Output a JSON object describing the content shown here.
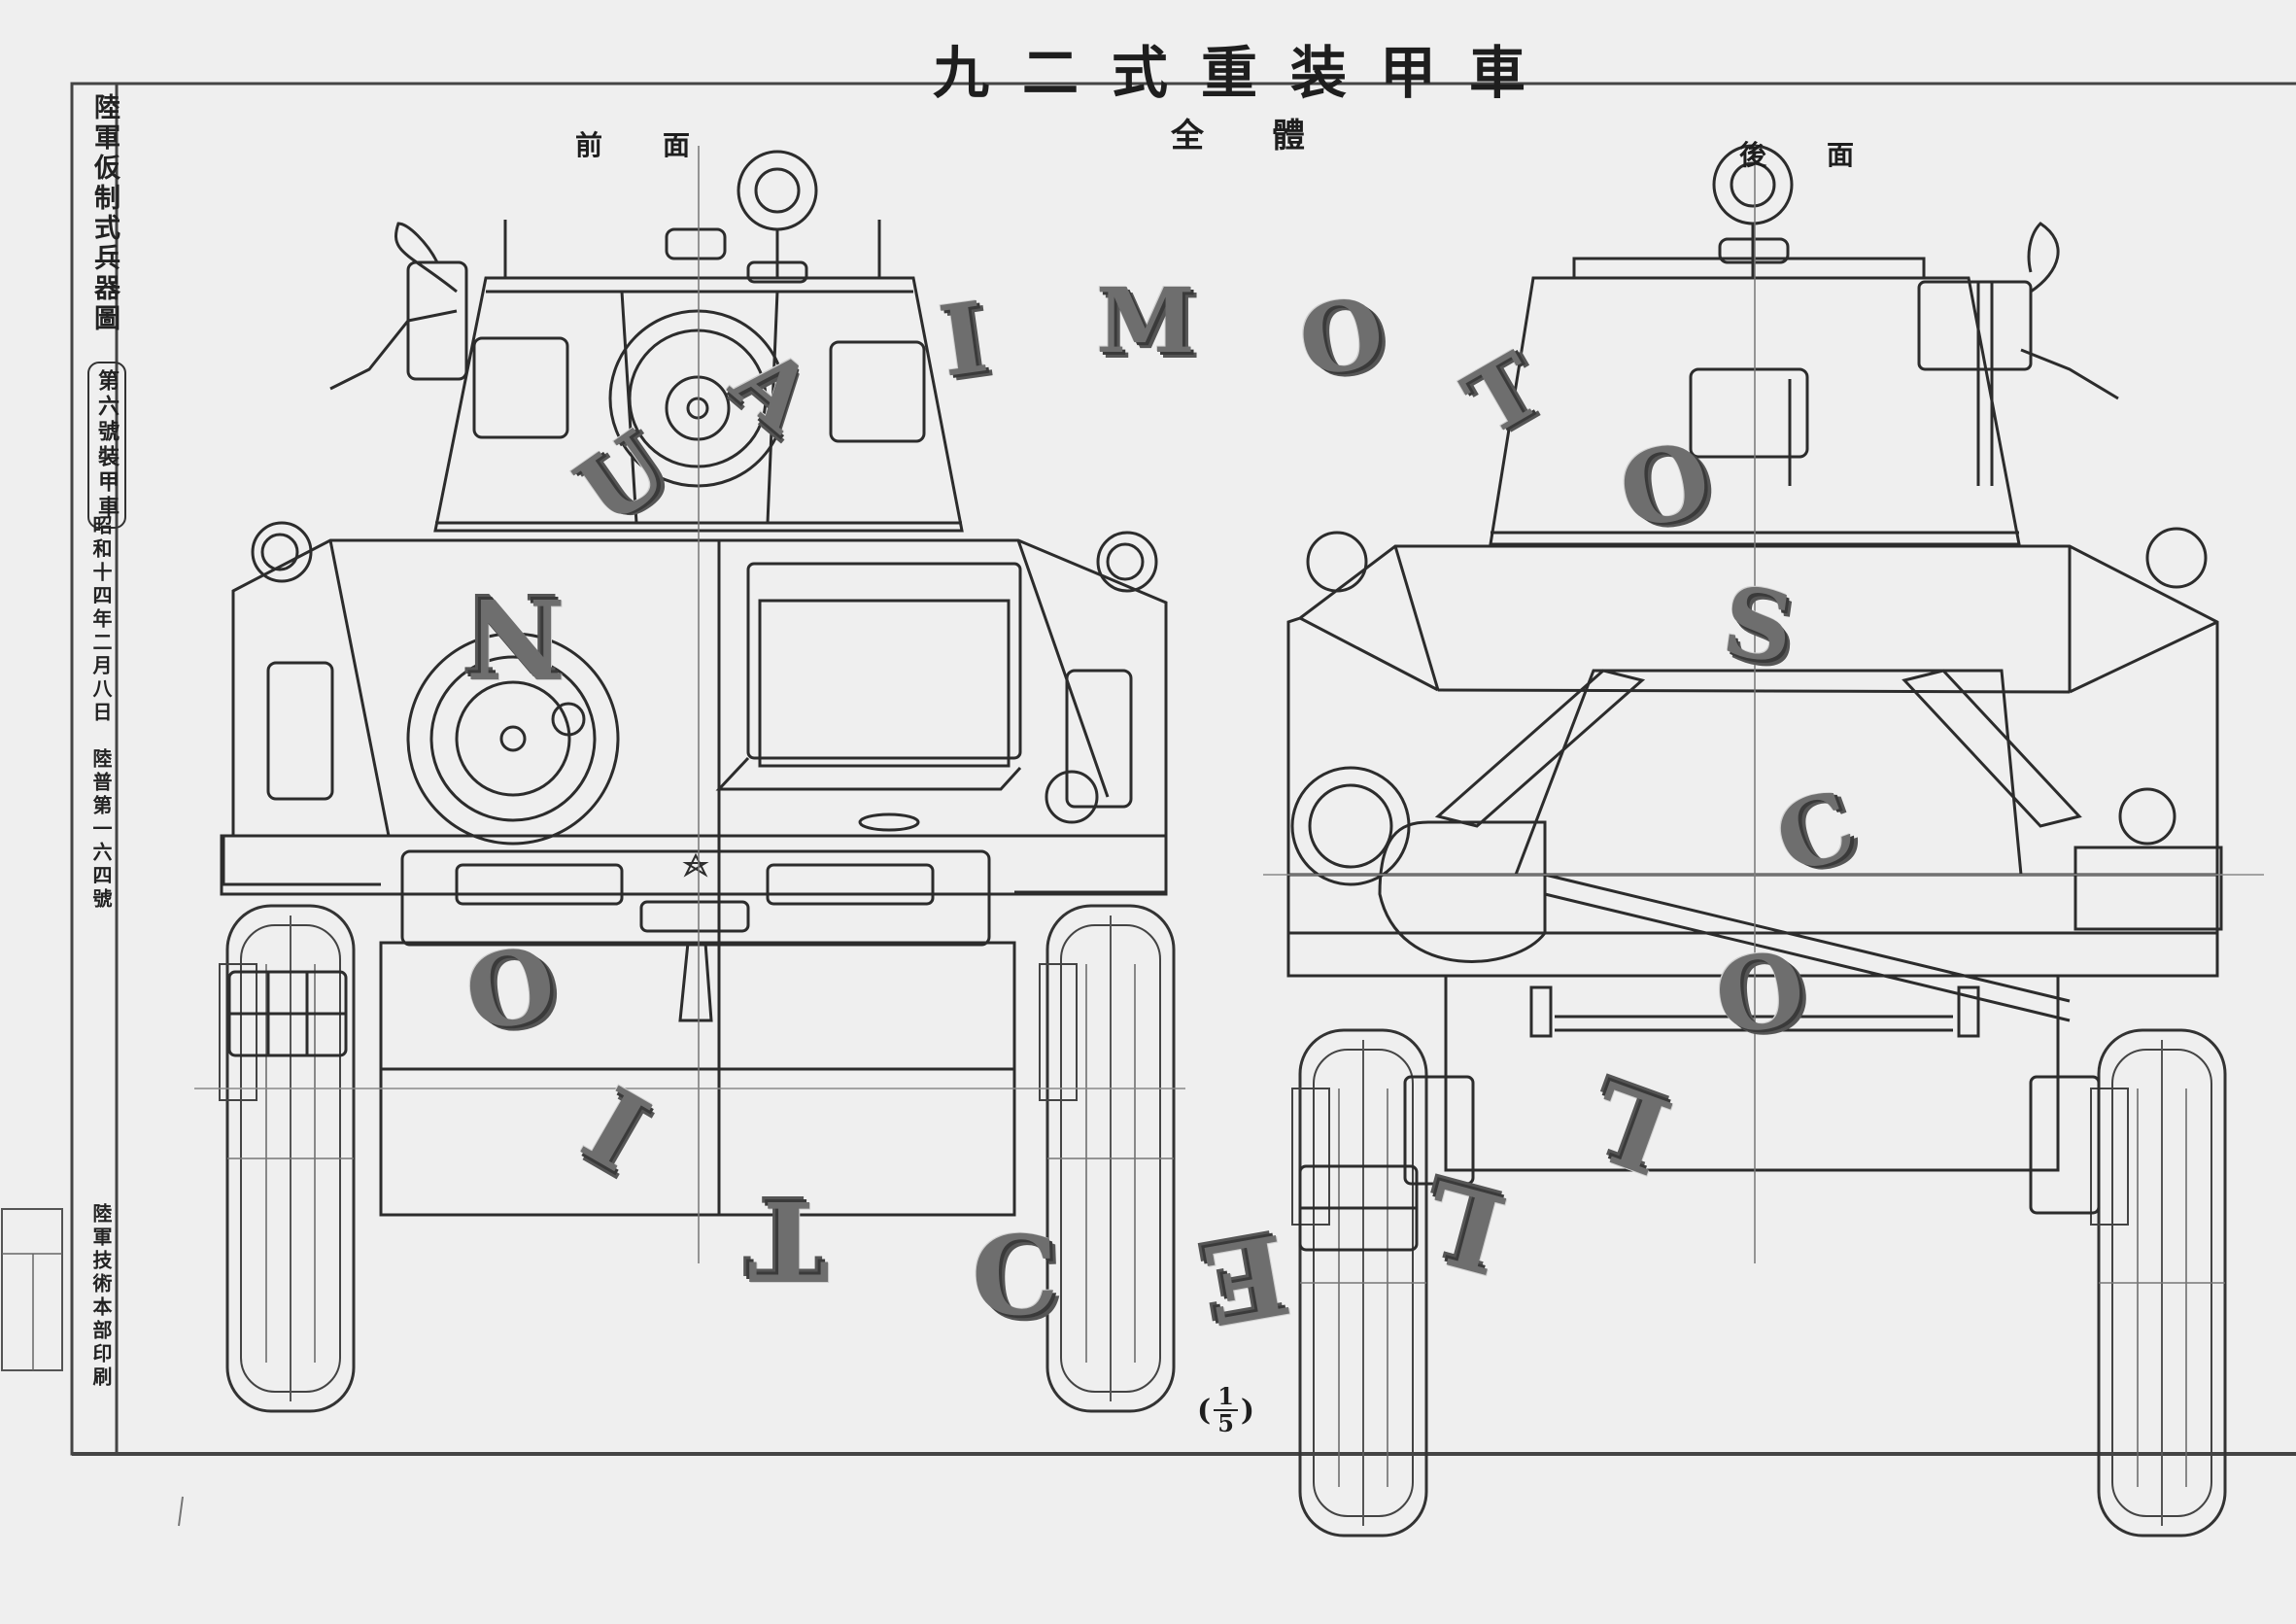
{
  "title": "九二式重装甲車",
  "subtitle": "全體",
  "views": {
    "front": "前面",
    "rear": "後面"
  },
  "sidebar": {
    "col1": "陸軍仮制式兵器圖",
    "col2": "第六號裝甲車",
    "col3": "昭和十四年二月八日　陸普第一六四號",
    "col4": "陸軍技術本部印刷"
  },
  "scale": {
    "open": "(",
    "numerator": "1",
    "denominator": "5",
    "close": ")"
  },
  "overlay_letters": [
    "I",
    "M",
    "O",
    "T",
    "U",
    "A",
    "O",
    "S",
    "N",
    "C",
    "O",
    "O",
    "I",
    "L",
    "T",
    "C",
    "E",
    "L"
  ]
}
